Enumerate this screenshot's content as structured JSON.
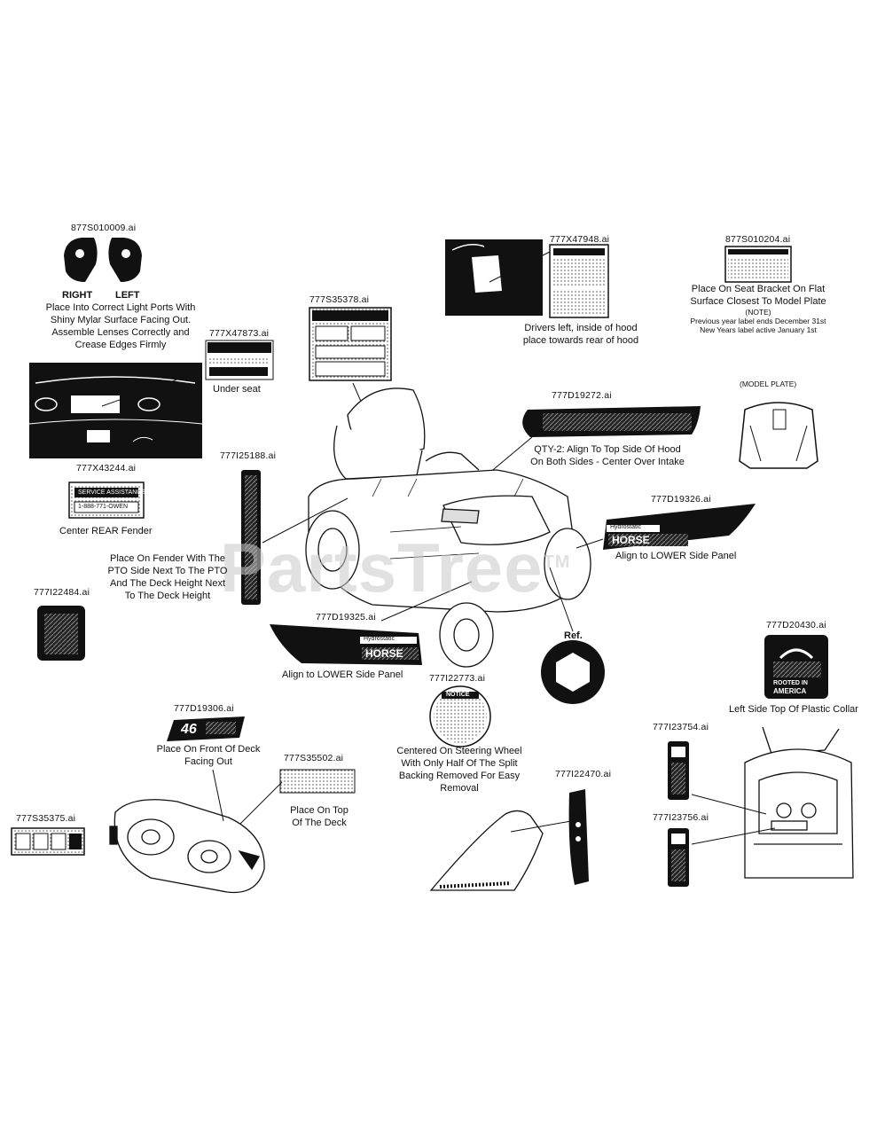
{
  "watermark": "PartsTree",
  "watermark_tm": "TM",
  "parts": [
    {
      "id": "p877S010009",
      "part_number": "877S010009.ai",
      "label_lines": [
        "Place Into Correct Light Ports With",
        "Shiny Mylar Surface Facing Out.",
        "Assemble Lenses Correctly and",
        "Crease Edges Firmly"
      ],
      "side_labels": [
        "RIGHT",
        "LEFT"
      ]
    },
    {
      "id": "p777X47873",
      "part_number": "777X47873.ai",
      "label_lines": [
        "Under seat"
      ]
    },
    {
      "id": "p777S35378",
      "part_number": "777S35378.ai",
      "label_lines": []
    },
    {
      "id": "p777X47948",
      "part_number": "777X47948.ai",
      "label_lines": [
        "Drivers left, inside of hood",
        "place towards rear of hood"
      ]
    },
    {
      "id": "p877S010204",
      "part_number": "877S010204.ai",
      "label_lines": [
        "Place On Seat Bracket On Flat",
        "Surface Closest To Model Plate",
        "(NOTE)",
        "Previous year label ends December 31st",
        "New Years label active January 1st"
      ]
    },
    {
      "id": "p777X43244",
      "part_number": "777X43244.ai",
      "label_lines": [
        "Center REAR Fender"
      ],
      "inner_text": [
        "SERVICE ASSISTANCE",
        "1-888-771-OWEN"
      ]
    },
    {
      "id": "p777I25188",
      "part_number": "777I25188.ai",
      "label_lines": [
        "Place On Fender With The",
        "PTO Side Next To The PTO",
        "And The Deck Height Next",
        "To The Deck Height"
      ]
    },
    {
      "id": "p777D19272",
      "part_number": "777D19272.ai",
      "label_lines": [
        "QTY-2: Align To Top Side Of Hood",
        "On Both Sides - Center Over Intake"
      ]
    },
    {
      "id": "pModelPlate",
      "part_number": "",
      "label_lines": [
        "(MODEL PLATE)"
      ]
    },
    {
      "id": "p777D19326",
      "part_number": "777D19326.ai",
      "label_lines": [
        "Align to LOWER Side Panel"
      ],
      "inner_text": [
        "Hydrostatic",
        "HORSE"
      ]
    },
    {
      "id": "p777I22484",
      "part_number": "777I22484.ai",
      "label_lines": []
    },
    {
      "id": "p777D19325",
      "part_number": "777D19325.ai",
      "label_lines": [
        "Align to LOWER Side Panel"
      ],
      "inner_text": [
        "Hydrostatic",
        "HORSE"
      ]
    },
    {
      "id": "pRef",
      "part_number": "",
      "label_lines": [
        "Ref."
      ]
    },
    {
      "id": "p777D20430",
      "part_number": "777D20430.ai",
      "label_lines": [
        "Left Side Top Of Plastic Collar"
      ],
      "inner_text": [
        "ROOTED IN",
        "AMERICA"
      ]
    },
    {
      "id": "p777I22773",
      "part_number": "777I22773.ai",
      "label_lines": [
        "Centered On Steering Wheel",
        "With Only Half Of The Split",
        "Backing Removed For Easy",
        "Removal"
      ],
      "inner_text": [
        "NOTICE"
      ]
    },
    {
      "id": "p777D19306",
      "part_number": "777D19306.ai",
      "label_lines": [
        "Place On Front Of Deck",
        "Facing Out"
      ],
      "inner_text": [
        "46"
      ]
    },
    {
      "id": "p777S35502",
      "part_number": "777S35502.ai",
      "label_lines": [
        "Place On Top",
        "Of The Deck"
      ]
    },
    {
      "id": "p777I23754",
      "part_number": "777I23754.ai",
      "label_lines": []
    },
    {
      "id": "p777I22470",
      "part_number": "777I22470.ai",
      "label_lines": []
    },
    {
      "id": "p777S35375",
      "part_number": "777S35375.ai",
      "label_lines": []
    },
    {
      "id": "p777I23756",
      "part_number": "777I23756.ai",
      "label_lines": []
    }
  ]
}
